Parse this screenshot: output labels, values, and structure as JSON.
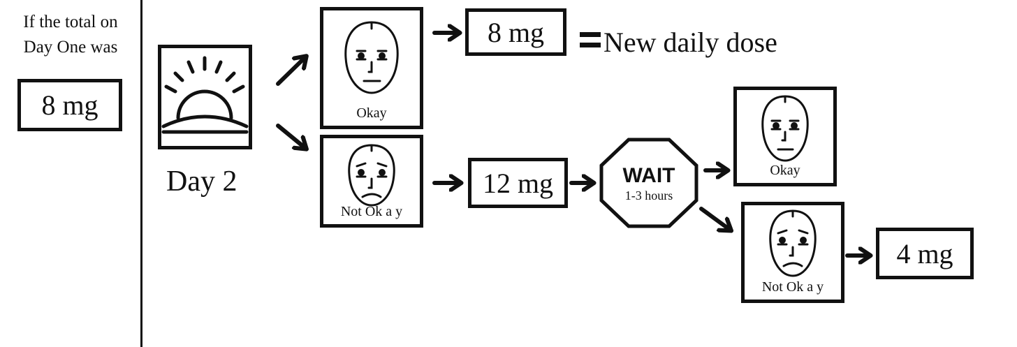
{
  "intro": {
    "line1": "If the total on",
    "line2": "Day One was",
    "dose": "8 mg"
  },
  "day_label": "Day 2",
  "faces": {
    "okay_label": "Okay",
    "not_okay_label": "Not Ok a y"
  },
  "doses": {
    "okay_result": "8 mg",
    "increase": "12 mg",
    "final_not_okay": "4 mg"
  },
  "equals_text": "New daily dose",
  "wait": {
    "title": "WAIT",
    "subtitle": "1-3 hours"
  }
}
